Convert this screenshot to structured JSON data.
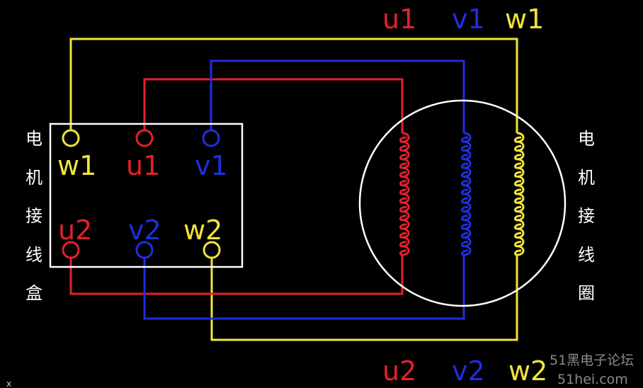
{
  "colors": {
    "background": "#000000",
    "u_phase": "#e5202a",
    "v_phase": "#1f2ee0",
    "w_phase": "#f2e43a",
    "outline": "#ffffff",
    "watermark": "#8a8a8a"
  },
  "box_title_chars": [
    "电",
    "机",
    "接",
    "线",
    "盒"
  ],
  "coil_title_chars": [
    "电",
    "机",
    "接",
    "线",
    "圈"
  ],
  "terminals": {
    "w1": "w1",
    "u1": "u1",
    "v1": "v1",
    "u2": "u2",
    "v2": "v2",
    "w2": "w2"
  },
  "top_labels": {
    "u": "u1",
    "v": "v1",
    "w": "w1"
  },
  "bottom_labels": {
    "u": "u2",
    "v": "v2",
    "w": "w2"
  },
  "watermark": {
    "line1": "51黑电子论坛",
    "line2": "51hei.com"
  },
  "corner_mark": "x"
}
